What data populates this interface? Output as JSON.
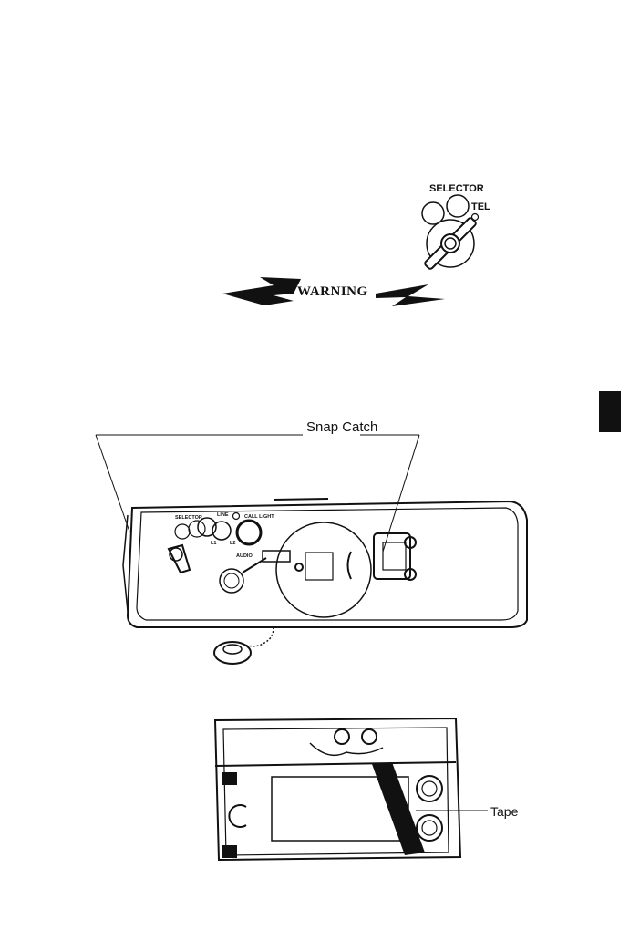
{
  "selector_detail": {
    "title": "SELECTOR",
    "position_label": "TEL"
  },
  "warning": {
    "label": "WARNING"
  },
  "front_view": {
    "callout": "Snap Catch",
    "panel_labels": {
      "selector": "SELECTOR",
      "line": "LINE",
      "call_light": "CALL LIGHT",
      "l1": "L1",
      "l2": "L2",
      "audio": "AUDIO"
    }
  },
  "inside_view": {
    "callout": "Tape"
  },
  "colors": {
    "ink": "#111111",
    "paper": "#ffffff"
  }
}
